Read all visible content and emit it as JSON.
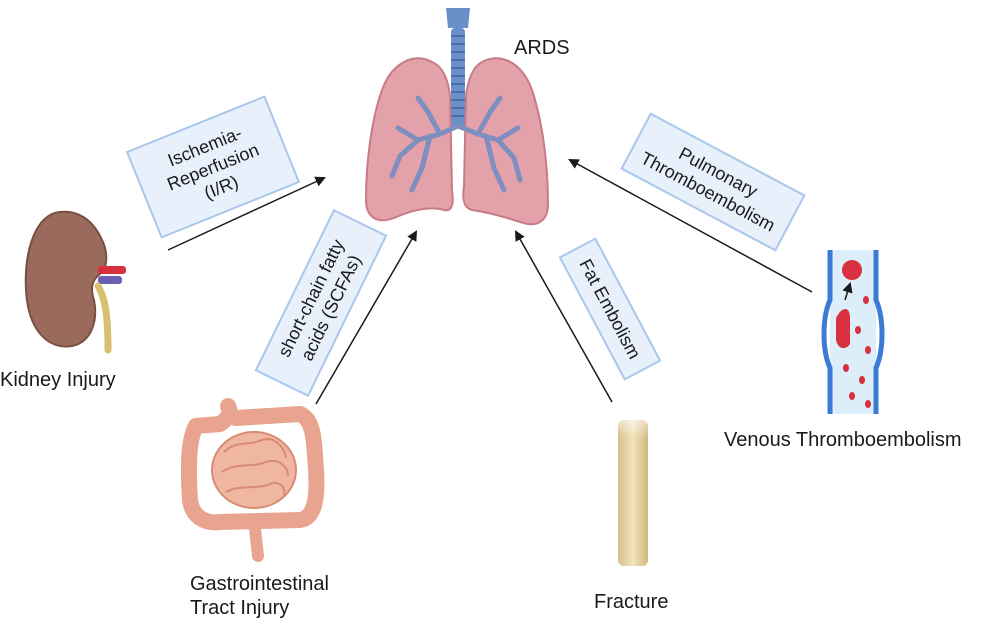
{
  "organs": {
    "lungs": "ARDS",
    "kidney": "Kidney Injury",
    "gut": "Gastrointestinal\nTract Injury",
    "bone": "Fracture",
    "vein": "Venous Thromboembolism"
  },
  "mechanisms": {
    "kidney": "Ischemia-\nReperfusion\n(I/R)",
    "gut": "short-chain fatty\nacids (SCFAs)",
    "bone": "Fat Embolism",
    "vein": "Pulmonary\nThromboembolism"
  },
  "colors": {
    "lung": "#e3a1a9",
    "trachea": "#6a8fc9",
    "bronchi": "#7e8fbf",
    "kidney": "#9a6a5c",
    "intestine": "#e8a48e",
    "bone": "#e6d3a8",
    "vein_wall": "#3a7bd5",
    "clot": "#d8303f",
    "box_fill": "#e8f1fb",
    "box_border": "#a9c7ec",
    "arrow": "#1a1a1a"
  }
}
